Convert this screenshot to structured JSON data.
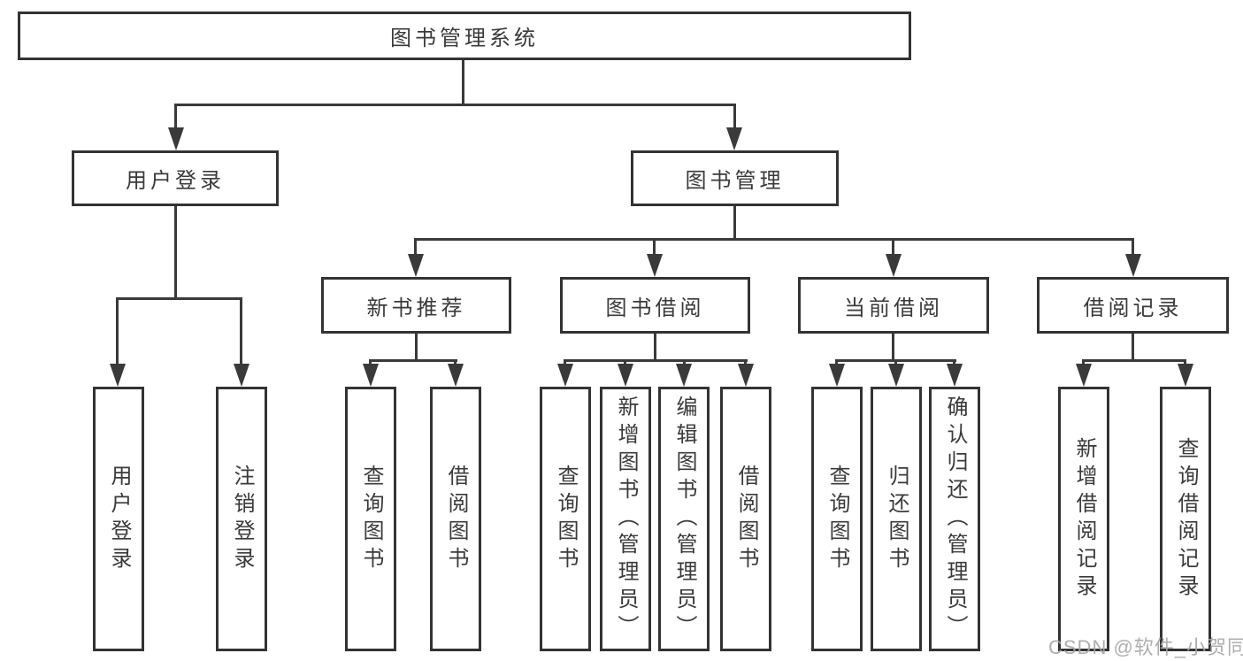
{
  "diagram": {
    "type": "tree",
    "root": {
      "label": "图书管理系统"
    },
    "branches": [
      {
        "label": "用户登录",
        "children": [
          {
            "label": "用户登录"
          },
          {
            "label": "注销登录"
          }
        ]
      },
      {
        "label": "图书管理",
        "children": [
          {
            "label": "新书推荐",
            "children": [
              {
                "label": "查询图书"
              },
              {
                "label": "借阅图书"
              }
            ]
          },
          {
            "label": "图书借阅",
            "children": [
              {
                "label": "查询图书"
              },
              {
                "label": "新增图书（管理员）"
              },
              {
                "label": "编辑图书（管理员）"
              },
              {
                "label": "借阅图书"
              }
            ]
          },
          {
            "label": "当前借阅",
            "children": [
              {
                "label": "查询图书"
              },
              {
                "label": "归还图书"
              },
              {
                "label": "确认归还（管理员）"
              }
            ]
          },
          {
            "label": "借阅记录",
            "children": [
              {
                "label": "新增借阅记录"
              },
              {
                "label": "查询借阅记录"
              }
            ]
          }
        ]
      }
    ]
  },
  "watermark": {
    "text": "CSDN @软件_小贺同学"
  },
  "colors": {
    "background": "#ffffff",
    "line": "#3a3a3a",
    "box_border": "#333333",
    "box_fill": "#ffffff",
    "text": "#3a3a3a",
    "watermark": "#a5a5a5"
  }
}
